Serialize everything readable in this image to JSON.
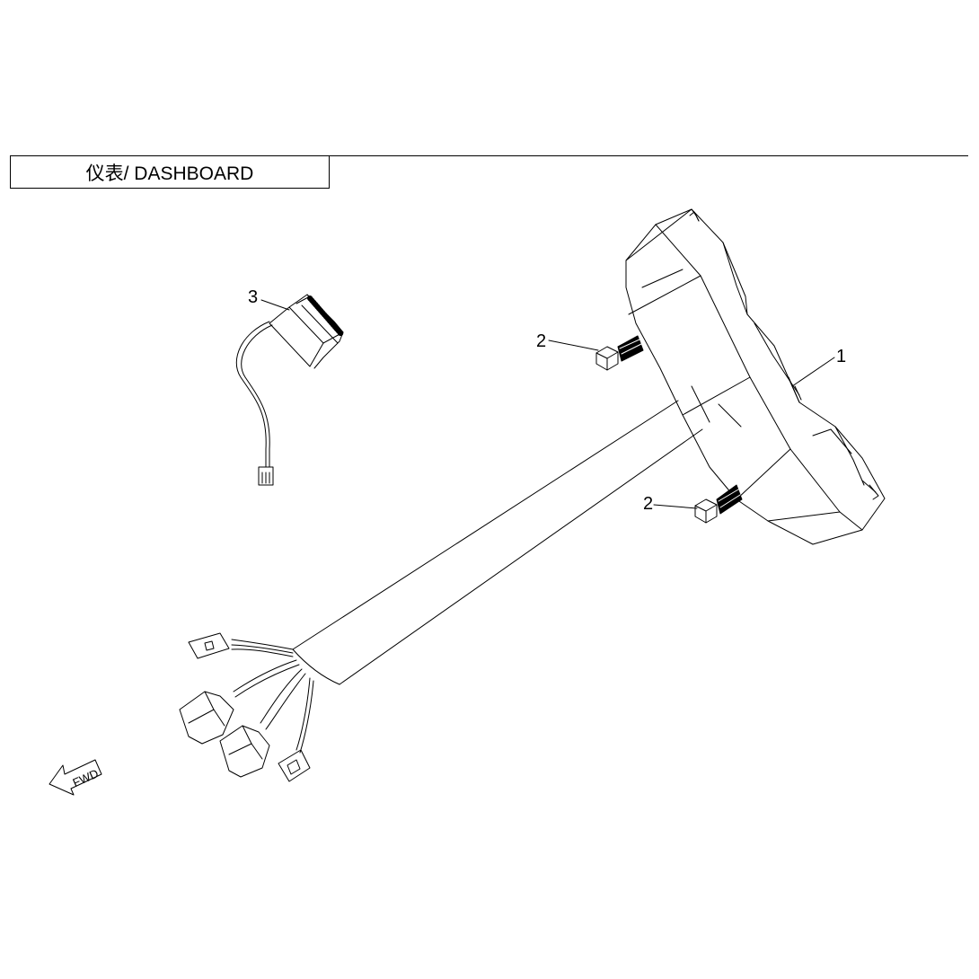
{
  "header": {
    "title": "仪表/ DASHBOARD"
  },
  "callouts": {
    "part1": "1",
    "part2_upper": "2",
    "part2_lower": "2",
    "part3": "3"
  },
  "direction_arrow": {
    "label": "FWD"
  },
  "colors": {
    "line": "#000000",
    "background": "#ffffff"
  }
}
